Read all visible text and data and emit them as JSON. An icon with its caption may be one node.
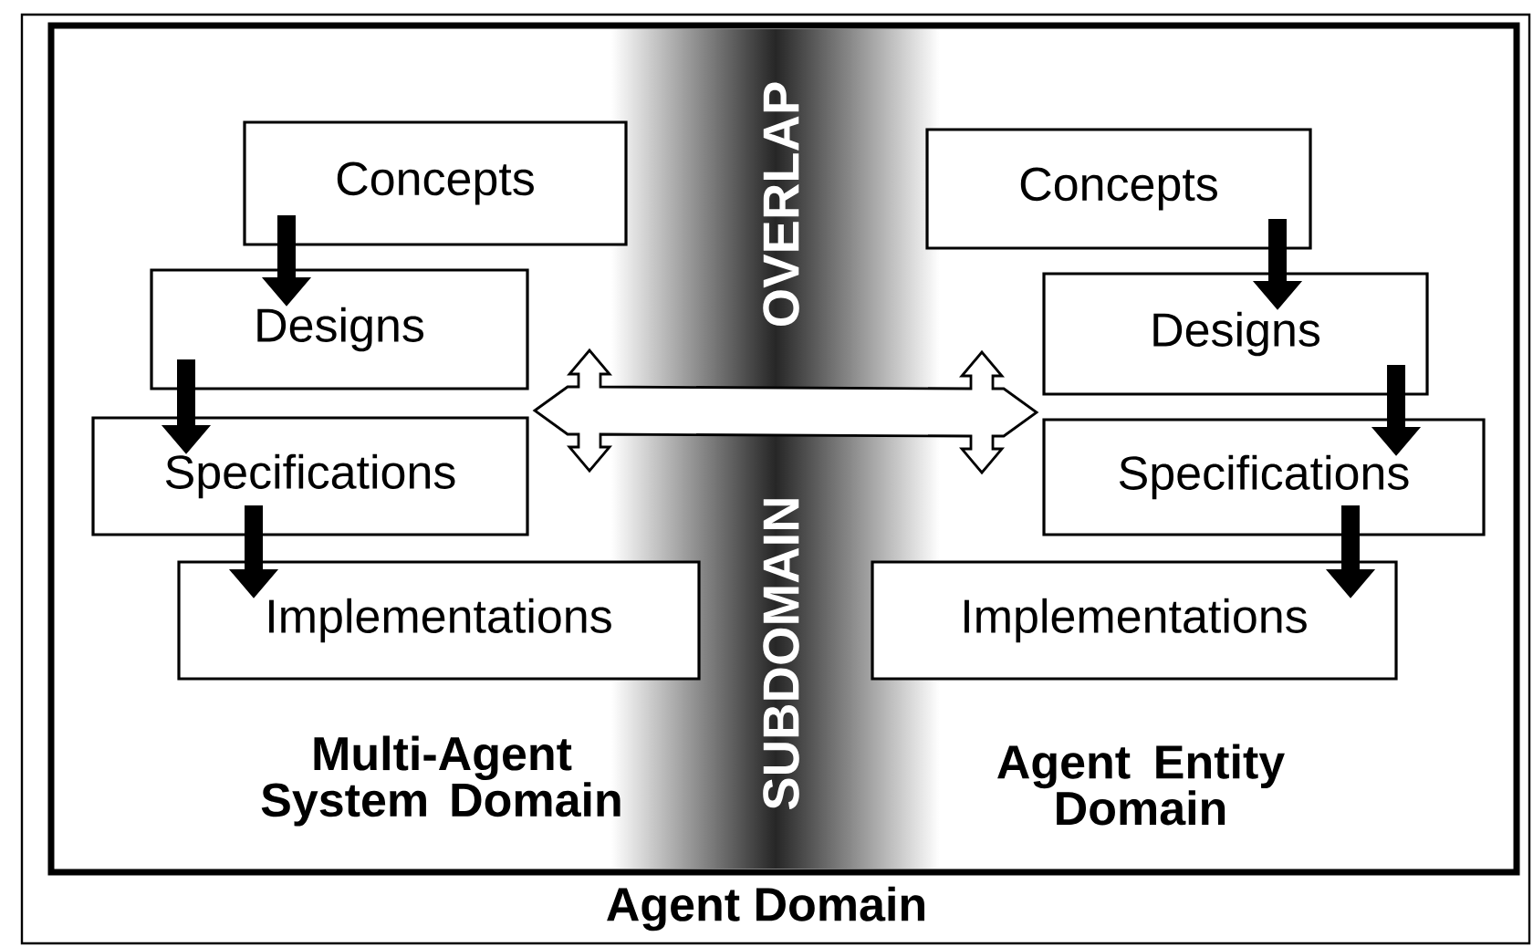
{
  "diagram": {
    "nodes": [
      {
        "text": [
          "Agent Domain"
        ]
      },
      {
        "text": [],
        "shape": "box",
        "in": 0
      },
      {
        "text": [
          "OVERLAP",
          "SUBDOMAIN"
        ],
        "in": 1
      },
      {
        "text": [
          "Concepts"
        ],
        "in": 1
      },
      {
        "text": [
          "Designs"
        ],
        "in": 1
      },
      {
        "text": [
          "Specifications"
        ],
        "in": 1
      },
      {
        "text": [
          "Implementations"
        ],
        "in": 1
      },
      {
        "text": [
          "Concepts"
        ],
        "in": 1
      },
      {
        "text": [
          "Designs"
        ],
        "in": 1
      },
      {
        "text": [
          "Specifications"
        ],
        "in": 1
      },
      {
        "text": [
          "Implementations"
        ],
        "in": 1
      }
    ],
    "edges": [
      {
        "from": 3,
        "to": 4,
        "arrow": "to"
      },
      {
        "from": 4,
        "to": 5,
        "arrow": "to"
      },
      {
        "from": 5,
        "to": 6,
        "arrow": "to"
      },
      {
        "from": 7,
        "to": 8,
        "arrow": "to"
      },
      {
        "from": 8,
        "to": 9,
        "arrow": "to"
      },
      {
        "from": 9,
        "to": 10,
        "arrow": "to"
      },
      {
        "from": 5,
        "to": 9,
        "arrow": "both"
      }
    ],
    "labels": [
      "Multi-Agent System Domain",
      "Agent Entity Domain"
    ]
  }
}
